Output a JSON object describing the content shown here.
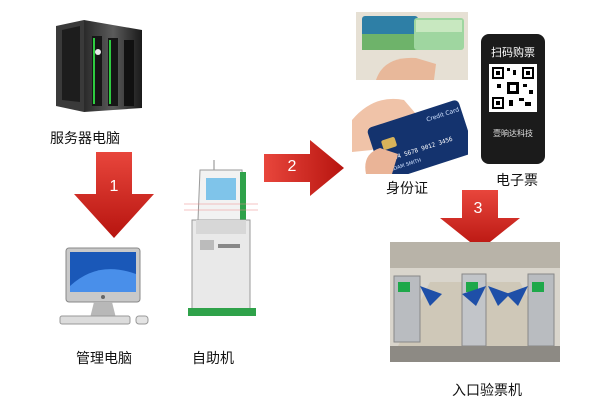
{
  "nodes": {
    "server": {
      "label": "服务器电脑"
    },
    "admin_pc": {
      "label": "管理电脑"
    },
    "kiosk": {
      "label": "自助机"
    },
    "id_card": {
      "label": "身份证"
    },
    "e_ticket": {
      "label": "电子票"
    },
    "gate": {
      "label": "入口验票机"
    }
  },
  "steps": [
    "1",
    "2",
    "3"
  ],
  "phone": {
    "header": "扫码购票",
    "footer": "壹晌达科技"
  },
  "credit_card": {
    "brand": "Credit Card",
    "number": "1234 5678 9012 3456",
    "name": "ADAM SMITH"
  },
  "colors": {
    "arrow": "#d9241c",
    "kiosk_green": "#2fa24a",
    "gate_sign": "#1ea84a"
  }
}
